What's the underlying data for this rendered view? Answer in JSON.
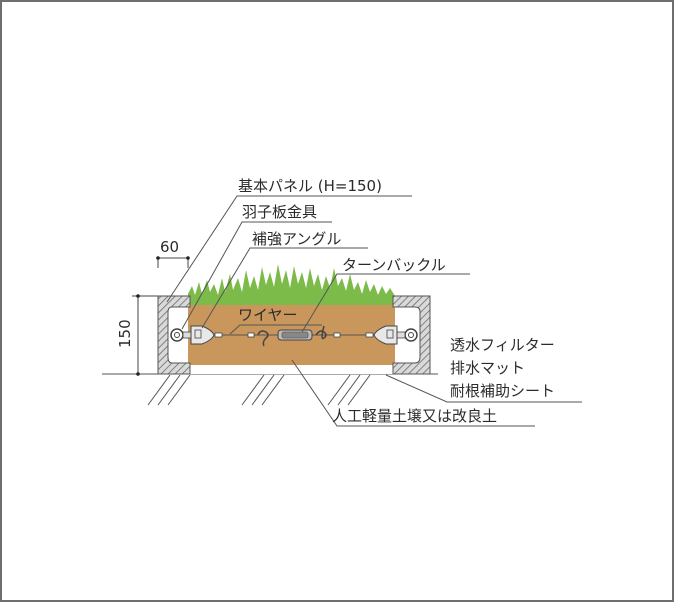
{
  "diagram": {
    "title": "Rooftop greening panel section",
    "labels": {
      "basic_panel": "基本パネル (H=150)",
      "plank_bracket": "羽子板金具",
      "reinforcing_angle": "補強アングル",
      "turnbuckle": "ターンバックル",
      "wire": "ワイヤー",
      "filter": "透水フィルター",
      "drain_mat": "排水マット",
      "root_sheet": "耐根補助シート",
      "soil": "人工軽量土壌又は改良土"
    },
    "dimensions": {
      "width": "60",
      "height": "150"
    },
    "colors": {
      "border": "#6e6e6e",
      "soil": "#c9975c",
      "grass": "#7cbb4a",
      "hatch": "#7a7a7a",
      "panel_fill": "#e6e6e6",
      "line": "#555555"
    }
  }
}
